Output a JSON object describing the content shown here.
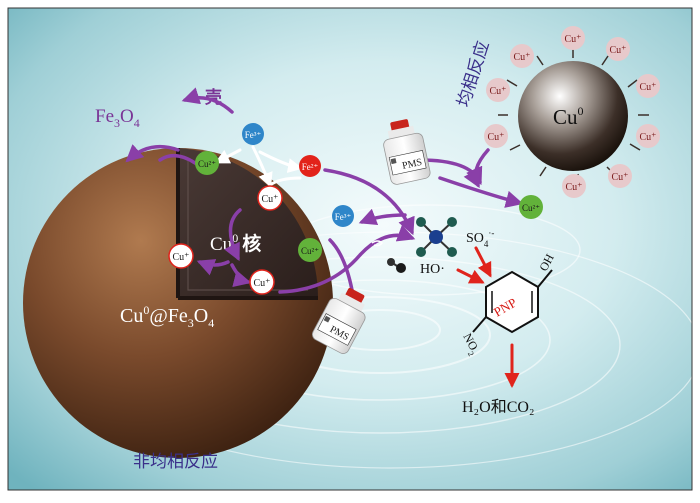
{
  "labels": {
    "fe3o4_base": "Fe",
    "fe3o4_sub3": "3",
    "fe3o4_o": "O",
    "fe3o4_sub4": "4",
    "shell": "壳",
    "core_cu": "Cu",
    "core_sup": "0",
    "core_word": "核",
    "composite_cu": "Cu",
    "composite_sup": "0",
    "composite_at": "@Fe",
    "composite_sub3": "3",
    "composite_o": "O",
    "composite_sub4": "4",
    "heterogeneous": "非均相反应",
    "homogeneous": "均相反应",
    "np_cu": "Cu",
    "np_sup": "0",
    "pms": "PMS",
    "so4": "SO",
    "so4_sub": "4",
    "so4_sup": "·-",
    "ho": "HO·",
    "pnp": "PNP",
    "oh": "OH",
    "no2": "NO",
    "no2_sub": "2",
    "products": "H₂O和CO₂"
  },
  "ions": {
    "cu_plus": "Cu⁺",
    "cu_2plus": "Cu²⁺",
    "fe_3plus": "Fe³⁺",
    "fe_2plus": "Fe²⁺"
  },
  "colors": {
    "purple": "#8a3fa8",
    "red": "#e0241c",
    "cu2_green": "#62b23a",
    "fe3_blue": "#2f86c9",
    "fe2_red": "#e2231a",
    "cu_plus_ring": "#e7c9cb",
    "sphere_brown": "#7a4a2c"
  }
}
